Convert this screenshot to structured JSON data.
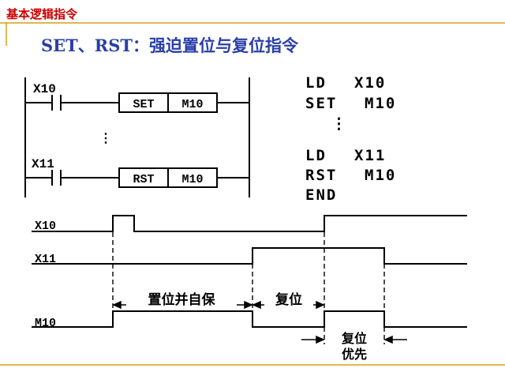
{
  "header": {
    "section_title": "基本逻辑指令",
    "slide_title": "SET、RST：强迫置位与复位指令"
  },
  "ladder": {
    "rung1": {
      "contact": "X10",
      "instruction": "SET",
      "operand": "M10"
    },
    "rung2": {
      "contact": "X11",
      "instruction": "RST",
      "operand": "M10"
    },
    "ellipsis": "⋮"
  },
  "instruction_list": [
    {
      "op": "LD",
      "arg": "X10"
    },
    {
      "op": "SET",
      "arg": "M10"
    },
    {
      "op": "⋮",
      "arg": ""
    },
    {
      "op": "LD",
      "arg": "X11"
    },
    {
      "op": "RST",
      "arg": "M10"
    },
    {
      "op": "END",
      "arg": ""
    }
  ],
  "timing": {
    "signals": [
      {
        "name": "X10"
      },
      {
        "name": "X11"
      },
      {
        "name": "M10"
      }
    ],
    "annotations": {
      "set_hold": "置位并自保",
      "reset": "复位",
      "reset_priority_line1": "复位",
      "reset_priority_line2": "优先"
    }
  },
  "colors": {
    "header_red": "#cc0000",
    "title_blue": "#2a3fa8",
    "rule_gold": "#d4a017",
    "ink": "#000000"
  }
}
